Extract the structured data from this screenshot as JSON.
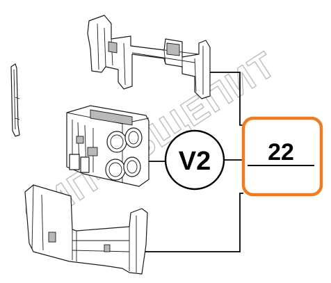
{
  "diagram": {
    "watermark": "ЗИП-ОБЩЕПИТ",
    "version_label": "V2",
    "part_number": "22",
    "colors": {
      "callout_border": "#f07c22",
      "watermark": "#bdbdbd",
      "line": "#000000"
    }
  }
}
